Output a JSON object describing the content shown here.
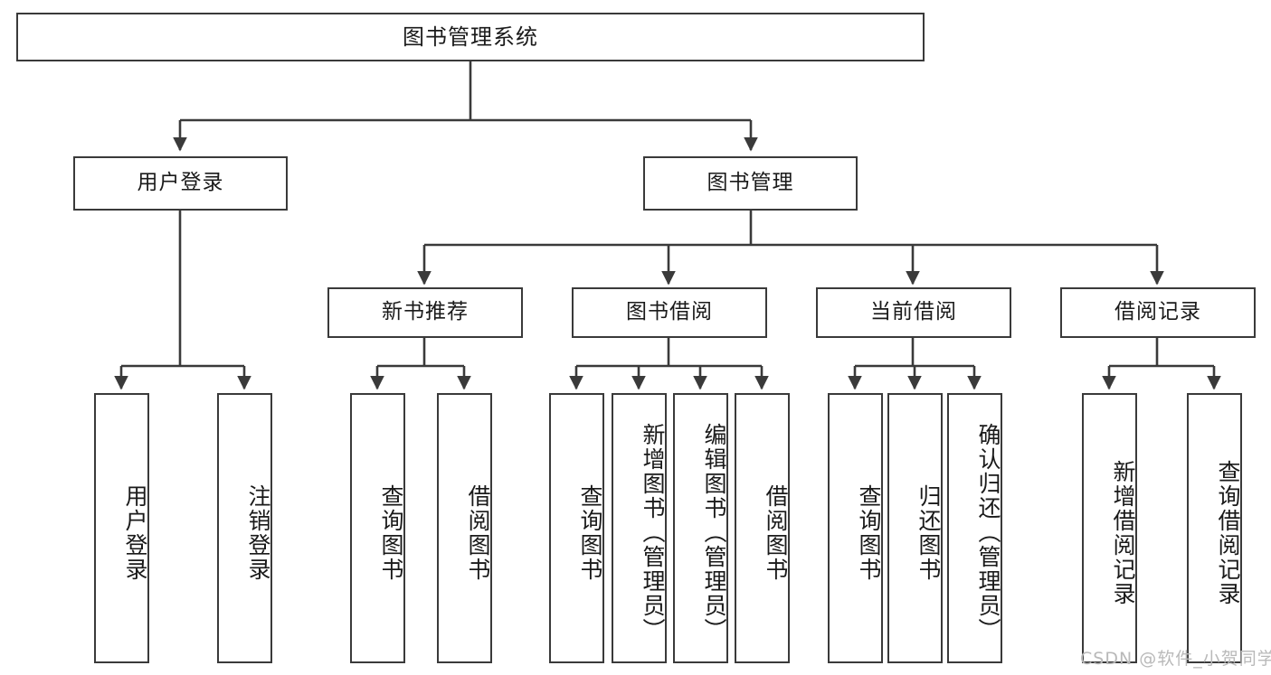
{
  "diagram": {
    "title": "图书管理系统",
    "type": "tree-hierarchy",
    "root": {
      "label": "图书管理系统"
    },
    "level1": [
      {
        "id": "user-login",
        "label": "用户登录"
      },
      {
        "id": "book-manage",
        "label": "图书管理"
      }
    ],
    "level2": [
      {
        "id": "new-book-recommend",
        "label": "新书推荐",
        "parent": "book-manage"
      },
      {
        "id": "book-borrow",
        "label": "图书借阅",
        "parent": "book-manage"
      },
      {
        "id": "current-borrow",
        "label": "当前借阅",
        "parent": "book-manage"
      },
      {
        "id": "borrow-record",
        "label": "借阅记录",
        "parent": "book-manage"
      }
    ],
    "leaves": [
      {
        "id": "leaf-user-login",
        "label": "用户登录",
        "parent": "user-login"
      },
      {
        "id": "leaf-user-logout",
        "label": "注销登录",
        "parent": "user-login"
      },
      {
        "id": "leaf-query-book-1",
        "label": "查询图书",
        "parent": "new-book-recommend"
      },
      {
        "id": "leaf-borrow-book-1",
        "label": "借阅图书",
        "parent": "new-book-recommend"
      },
      {
        "id": "leaf-query-book-2",
        "label": "查询图书",
        "parent": "book-borrow"
      },
      {
        "id": "leaf-add-book",
        "label": "新增图书（管理员）",
        "parent": "book-borrow"
      },
      {
        "id": "leaf-edit-book",
        "label": "编辑图书（管理员）",
        "parent": "book-borrow"
      },
      {
        "id": "leaf-borrow-book-2",
        "label": "借阅图书",
        "parent": "book-borrow"
      },
      {
        "id": "leaf-query-book-3",
        "label": "查询图书",
        "parent": "current-borrow"
      },
      {
        "id": "leaf-return-book",
        "label": "归还图书",
        "parent": "current-borrow"
      },
      {
        "id": "leaf-confirm-return",
        "label": "确认归还（管理员）",
        "parent": "current-borrow"
      },
      {
        "id": "leaf-add-record",
        "label": "新增借阅记录",
        "parent": "borrow-record"
      },
      {
        "id": "leaf-query-record",
        "label": "查询借阅记录",
        "parent": "borrow-record"
      }
    ],
    "colors": {
      "border": "#3a3a3a",
      "background": "#ffffff",
      "text": "#1a1a1a",
      "watermark": "#b9b9b9"
    }
  },
  "watermark": {
    "text": "CSDN @软件_小贺同学"
  }
}
